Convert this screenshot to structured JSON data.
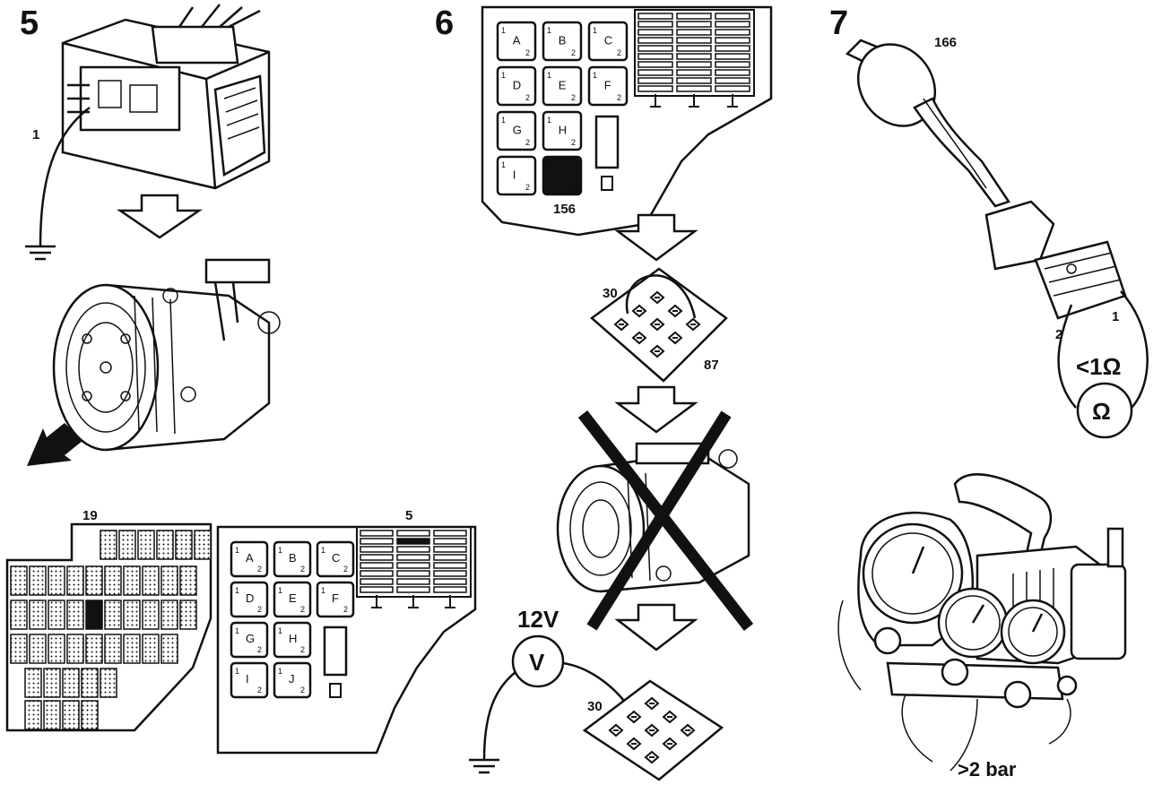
{
  "steps": {
    "s5": "5",
    "s6": "6",
    "s7": "7"
  },
  "labels": {
    "connector_pin_1": "1",
    "relay_position_19": "19",
    "relay_position_5": "5",
    "relay_position_156": "156",
    "relay_pin_30_top": "30",
    "relay_pin_87": "87",
    "relay_pin_30_bottom": "30",
    "voltage_reading": "12V",
    "voltmeter_symbol": "V",
    "sensor_ref_166": "166",
    "sensor_pin_1": "1",
    "sensor_pin_2": "2",
    "resistance_reading": "<1Ω",
    "ohmmeter_symbol": "Ω",
    "pressure_reading": ">2 bar"
  },
  "fusebox_slots": [
    "A",
    "B",
    "C",
    "D",
    "E",
    "F",
    "G",
    "H",
    "I",
    "J"
  ],
  "fusebox_slot_pin_top": "1",
  "fusebox_slot_pin_bottom": "2",
  "highlighted_slot_step6": "J",
  "colors": {
    "ink": "#111111",
    "paper": "#ffffff"
  }
}
